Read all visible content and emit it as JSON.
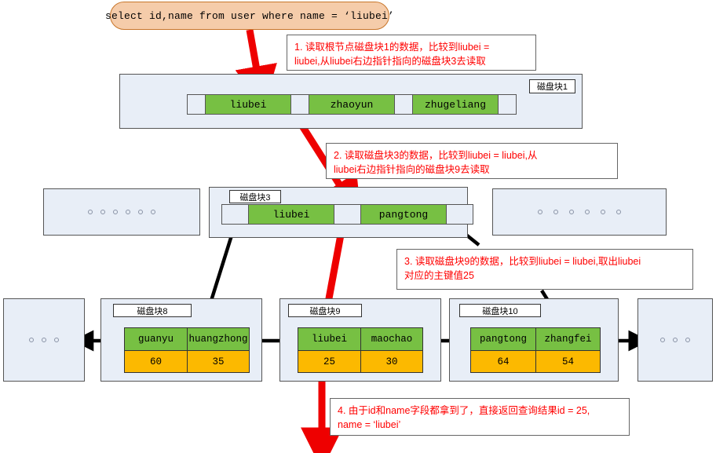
{
  "query": {
    "text": "select id,name from user where name =  ‘liubei’"
  },
  "notes": [
    {
      "id": "note-1",
      "line1": "1.  读取根节点磁盘块1的数据，比较到liubei =",
      "line2": "liubei,从liubei右边指针指向的磁盘块3去读取"
    },
    {
      "id": "note-2",
      "line1": "2.  读取磁盘块3的数据，比较到liubei = liubei,从",
      "line2": "liubei右边指针指向的磁盘块9去读取"
    },
    {
      "id": "note-3",
      "line1": "3.  读取磁盘块9的数据，比较到liubei = liubei,取出liubei",
      "line2": "对应的主键值25"
    },
    {
      "id": "note-4",
      "line1": "4.  由于id和name字段都拿到了，直接返回查询结果id = 25,",
      "line2": "name =  ‘liubei’"
    }
  ],
  "root": {
    "label": "磁盘块1",
    "keys": [
      "liubei",
      "zhaoyun",
      "zhugeliang"
    ]
  },
  "internal": {
    "left_placeholder": "......",
    "node": {
      "label": "磁盘块3",
      "keys": [
        "liubei",
        "pangtong"
      ]
    },
    "right_placeholder": "......"
  },
  "leaves": {
    "left_placeholder": "...",
    "nodes": [
      {
        "label": "磁盘块8",
        "names": [
          "guanyu",
          "huangzhong"
        ],
        "values": [
          "60",
          "35"
        ]
      },
      {
        "label": "磁盘块9",
        "names": [
          "liubei",
          "maochao"
        ],
        "values": [
          "25",
          "30"
        ]
      },
      {
        "label": "磁盘块10",
        "names": [
          "pangtong",
          "zhangfei"
        ],
        "values": [
          "64",
          "54"
        ]
      }
    ],
    "right_placeholder": "..."
  },
  "colors": {
    "key_green": "#77c043",
    "value_orange": "#fcb900",
    "panel_blue": "#e8eef7",
    "bubble_peach": "#f5ccaa",
    "note_red": "#ff0000",
    "arrow_red": "#ee0000",
    "arrow_black": "#000000"
  },
  "icons": {
    "red_path_arrow": "red-arrow-icon",
    "black_pointer_arrow": "black-arrow-icon",
    "leaf_link_arrow": "double-arrow-icon"
  }
}
